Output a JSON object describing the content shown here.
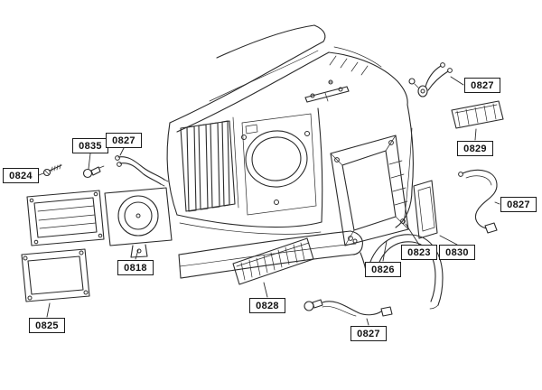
{
  "diagram": {
    "line_color": "#2b2b2b",
    "background": "#ffffff",
    "labels": [
      {
        "text": "0827"
      },
      {
        "text": "0829"
      },
      {
        "text": "0827"
      },
      {
        "text": "0835"
      },
      {
        "text": "0827"
      },
      {
        "text": "0824"
      },
      {
        "text": "0818"
      },
      {
        "text": "0825"
      },
      {
        "text": "0828"
      },
      {
        "text": "0826"
      },
      {
        "text": "0823"
      },
      {
        "text": "0830"
      },
      {
        "text": "0827"
      }
    ]
  }
}
